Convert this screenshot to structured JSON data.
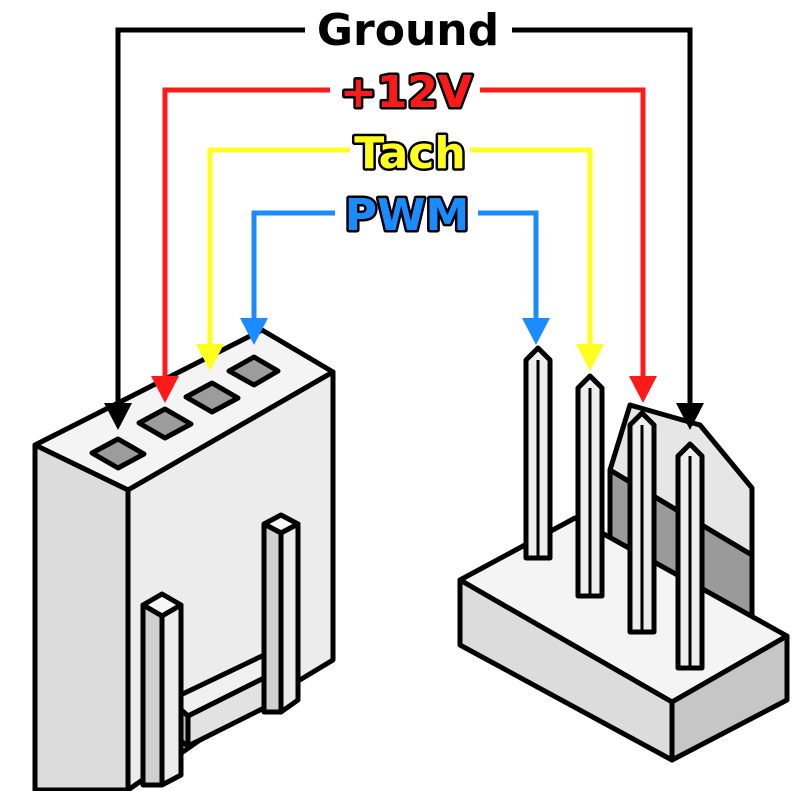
{
  "colors": {
    "ground": "#000000",
    "v12": "#ff1a1a",
    "tach": "#ffff1f",
    "pwm": "#1a8cff",
    "outline": "#000000",
    "plastic_light": "#f4f4f4",
    "plastic_mid": "#d6d6d6",
    "plastic_dark": "#9a9a9a",
    "hole": "#9c9c9c"
  },
  "labels": {
    "ground": "Ground",
    "v12": "+12V",
    "tach": "Tach",
    "pwm": "PWM"
  },
  "icons": {
    "female_connector": "fan-connector-female-icon",
    "male_header": "fan-header-male-icon"
  }
}
